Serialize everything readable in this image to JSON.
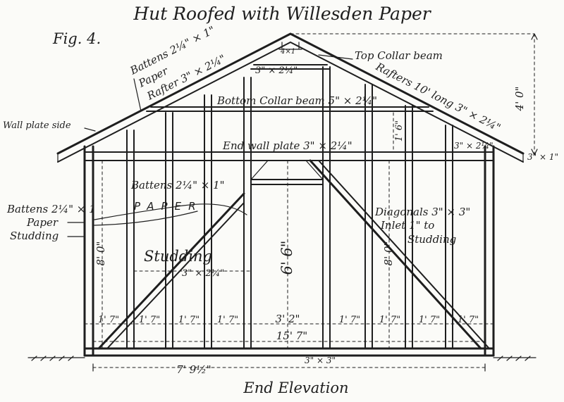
{
  "title": "Hut Roofed with Willesden Paper",
  "figure": "Fig. 4.",
  "caption": "End Elevation",
  "labels": {
    "battens_top": "Battens 2¼\" × 1\"",
    "paper_top": "Paper",
    "rafter_top": "Rafter 3\" × 2¼\"",
    "top_collar": "Top Collar beam",
    "rafters": "Rafters 10' long 3\" × 2¼\"",
    "bottom_collar": "Bottom Collar beam 5\" × 2¼\"",
    "wall_plate_side": "Wall plate side",
    "end_wall_plate": "End wall plate 3\" × 2¼\"",
    "battens_mid": "Battens 2¼\" × 1\"",
    "paper_mid": "PAPER",
    "battens_left": "Battens 2¼\" × 1",
    "paper_left": "Paper",
    "studding_left": "Studding",
    "studding_center": "Studding",
    "studding_size": "3\" × 2¼\"",
    "diagonals": "Diagonals 3\" × 3\"",
    "inlet": "Inlet 1\" to",
    "studding_right": "Studding",
    "collar_size_top": "3\" × 2¼\"",
    "ridge_mark": "4×1",
    "size_right_plate": "3\" × 2¼\"",
    "eave_size": "3\" × 1\"",
    "sill_size": "3\" × 3\""
  },
  "dimensions": {
    "roof_rise": "4' 0\"",
    "gable_height": "1' 6\"",
    "wall_height": "8' 0\"",
    "door_height": "6' 6\"",
    "right_height": "8' 0\"",
    "bays_left": [
      "1' 7\"",
      "1' 7\"",
      "1' 7\"",
      "1' 7\""
    ],
    "door_width": "3' 2\"",
    "bays_right": [
      "1' 7\"",
      "1' 7\"",
      "1' 7\"",
      "1' 7\""
    ],
    "inner_width": "15' 7\"",
    "overall_width": "7' 9½\""
  }
}
